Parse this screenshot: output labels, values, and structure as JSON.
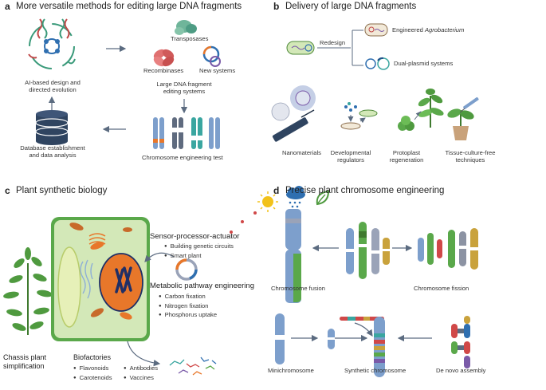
{
  "panel_a": {
    "letter": "a",
    "title": "More versatile methods for editing large DNA fragments",
    "transposases": "Transposases",
    "recombinases": "Recombinases",
    "new_systems": "New systems",
    "editing_line1": "Large DNA fragment",
    "editing_line2": "editing systems",
    "ai_line1": "AI-based design and",
    "ai_line2": "directed evolution",
    "db_line1": "Database establishment",
    "db_line2": "and data analysis",
    "chrom_test": "Chromosome engineering test"
  },
  "panel_b": {
    "letter": "b",
    "title": "Delivery of large DNA fragments",
    "redesign": "Redesign",
    "engineered_prefix": "Engineered ",
    "engineered_italic": "Agrobacterium",
    "dual_plasmid": "Dual-plasmid systems",
    "nanomaterials": "Nanomaterials",
    "dev_line1": "Developmental",
    "dev_line2": "regulators",
    "proto_line1": "Protoplast",
    "proto_line2": "regeneration",
    "tcf_line1": "Tissue-culture-free",
    "tcf_line2": "techniques"
  },
  "panel_c": {
    "letter": "c",
    "title": "Plant synthetic biology",
    "spa_title": "Sensor-processor-actuator",
    "spa_items": [
      "Building genetic circuits",
      "Smart plant"
    ],
    "mpe_title": "Metabolic pathway engineering",
    "mpe_items": [
      "Carbon fixation",
      "Nitrogen fixation",
      "Phosphorus uptake"
    ],
    "chassis_line1": "Chassis plant",
    "chassis_line2": "simplification",
    "biofactories": "Biofactories",
    "bio_col1": [
      "Flavonoids",
      "Carotenoids"
    ],
    "bio_col2": [
      "Antibodies",
      "Vaccines"
    ]
  },
  "panel_d": {
    "letter": "d",
    "title": "Precise plant chromosome engineering",
    "fusion": "Chromosome fusion",
    "fission": "Chromosome fission",
    "minichrom": "Minichromosome",
    "synthetic": "Synthetic chromosome",
    "denovo": "De novo assembly"
  },
  "colors": {
    "blue_chrom": "#7d9fcc",
    "green_chrom": "#5aa84a",
    "orange_accent": "#e8772a",
    "teal_chrom": "#3aa6a0",
    "mustard_chrom": "#c9a23c",
    "grey_chrom": "#8c93a3",
    "cell_green": "#d3e8b8",
    "nucleus_orange": "#e8772a",
    "db_navy": "#2f4460",
    "arrow": "#5b6b80"
  }
}
